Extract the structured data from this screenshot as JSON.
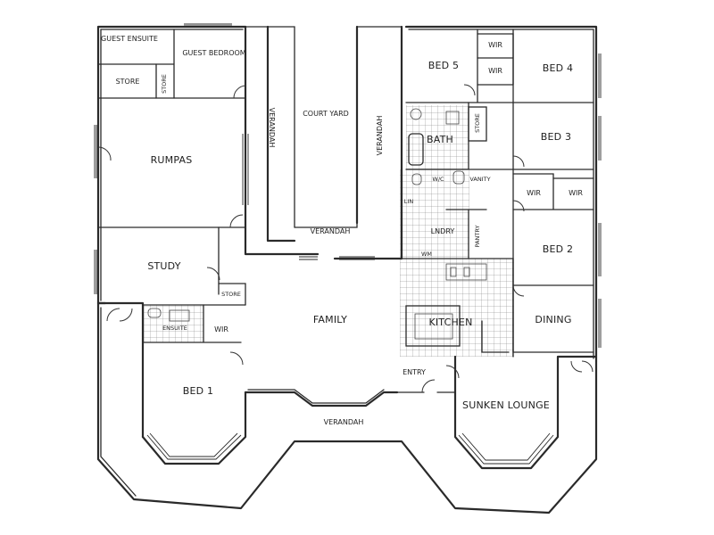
{
  "rooms": {
    "guest_ensuite": "GUEST ENSUITE",
    "guest_bedroom": "GUEST BEDROOM",
    "store_guest": "STORE",
    "store_small": "STORE",
    "rumpus": "RUMPAS",
    "verandah_left": "VERANDAH",
    "court_yard": "COURT YARD",
    "verandah_right": "VERANDAH",
    "verandah_middle": "VERANDAH",
    "study": "STUDY",
    "store_study": "STORE",
    "ensuite": "ENSUITE",
    "wir_bed1": "WIR",
    "family": "FAMILY",
    "bed1": "BED 1",
    "entry": "ENTRY",
    "verandah_bottom": "VERANDAH",
    "bed5": "BED 5",
    "wir_top": "WIR",
    "wir_bed5": "WIR",
    "bed4": "BED 4",
    "bath": "BATH",
    "store_bath": "STORE",
    "bed3": "BED 3",
    "wc": "W/C",
    "vanity": "VANITY",
    "wir_bed3_left": "WIR",
    "wir_bed3_right": "WIR",
    "bed2": "BED 2",
    "linen": "LIN",
    "laundry": "LNDRY",
    "pantry": "PANTRY",
    "wm": "WM",
    "kitchen": "KITCHEN",
    "dining": "DINING",
    "sunken_lounge": "SUNKEN LOUNGE"
  }
}
